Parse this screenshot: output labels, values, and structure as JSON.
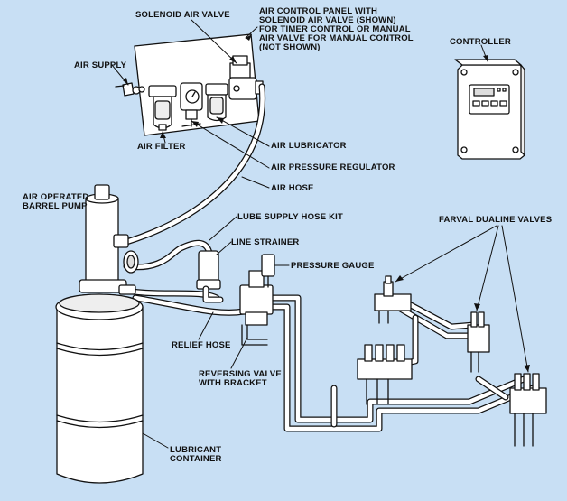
{
  "labels": {
    "solenoid_air_valve": "SOLENOID AIR VALVE",
    "air_control_panel": [
      "AIR CONTROL PANEL WITH",
      "SOLENOID AIR VALVE (SHOWN)",
      "FOR TIMER CONTROL OR MANUAL",
      "AIR VALVE FOR MANUAL CONTROL",
      "(NOT SHOWN)"
    ],
    "controller": "CONTROLLER",
    "air_supply": "AIR SUPPLY",
    "air_filter": "AIR FILTER",
    "air_lubricator": "AIR LUBRICATOR",
    "air_pressure_regulator": "AIR PRESSURE REGULATOR",
    "air_hose": "AIR HOSE",
    "air_operated_barrel_pump": [
      "AIR OPERATED",
      "BARREL PUMP"
    ],
    "lube_supply_hose_kit": "LUBE SUPPLY HOSE KIT",
    "farval_dualine_valves": "FARVAL DUALINE VALVES",
    "line_strainer": "LINE STRAINER",
    "pressure_gauge": "PRESSURE GAUGE",
    "relief_hose": "RELIEF HOSE",
    "reversing_valve": [
      "REVERSING VALVE",
      "WITH BRACKET"
    ],
    "lubricant_container": [
      "LUBRICANT",
      "CONTAINER"
    ]
  },
  "colors": {
    "background": "#c8dff4",
    "line": "#111111",
    "fill": "#ffffff"
  }
}
